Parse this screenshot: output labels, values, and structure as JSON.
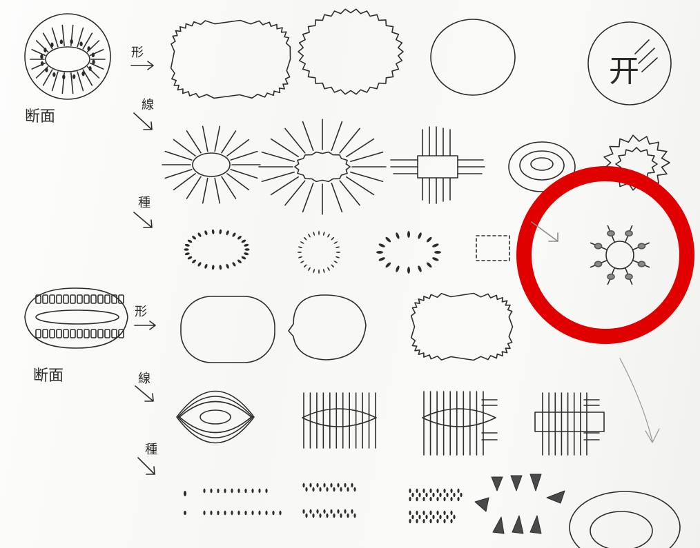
{
  "sketch": {
    "section_top": {
      "cross_section_label": "断面",
      "row_labels": {
        "shape": "形",
        "line": "線",
        "seed": "種"
      }
    },
    "section_bottom": {
      "cross_section_label": "断面",
      "row_labels": {
        "shape": "形",
        "line": "線",
        "seed": "種"
      }
    },
    "glyph_in_circle": "开"
  },
  "colors": {
    "pencil": "#2c2c2c",
    "pencil_light": "#8a8a8a",
    "highlight": "#e00000",
    "paper": "#fbfbfa"
  }
}
